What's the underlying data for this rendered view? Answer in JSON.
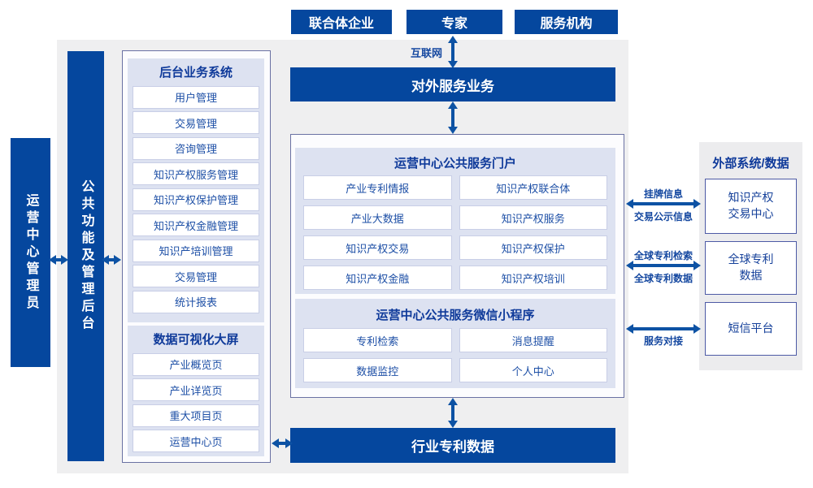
{
  "colors": {
    "primary_blue": "#05479e",
    "arrow_blue": "#0d52a4",
    "panel_lavender": "#dde2f1",
    "main_gray": "#efeff0",
    "right_gray": "#ececee",
    "title_blue": "#0f3a9a",
    "item_text_blue": "#1d4fa6"
  },
  "top_actors": [
    {
      "label": "联合体企业"
    },
    {
      "label": "专家"
    },
    {
      "label": "服务机构"
    }
  ],
  "labels": {
    "internet": "互联网"
  },
  "bars": {
    "external_service": "对外服务业务",
    "industry_patent_data": "行业专利数据"
  },
  "left": {
    "admin_bar": "运营中心管理员",
    "backend_bar": "公共功能及管理后台",
    "backend_system": {
      "title": "后台业务系统",
      "items": [
        "用户管理",
        "交易管理",
        "咨询管理",
        "知识产权服务管理",
        "知识产权保护管理",
        "知识产权金融管理",
        "知识产培训管理",
        "交易管理",
        "统计报表"
      ]
    },
    "dashboard": {
      "title": "数据可视化大屏",
      "items": [
        "产业概览页",
        "产业详览页",
        "重大项目页",
        "运营中心页"
      ]
    }
  },
  "portal": {
    "title": "运营中心公共服务门户",
    "left_items": [
      "产业专利情报",
      "产业大数据",
      "知识产权交易",
      "知识产权金融"
    ],
    "right_items": [
      "知识产权联合体",
      "知识产权服务",
      "知识产权保护",
      "知识产权培训"
    ]
  },
  "miniprogram": {
    "title": "运营中心公共服务微信小程序",
    "left_items": [
      "专利检索",
      "数据监控"
    ],
    "right_items": [
      "消息提醒",
      "个人中心"
    ]
  },
  "external": {
    "title": "外部系统/数据",
    "systems": [
      {
        "lines": [
          "知识产权",
          "交易中心"
        ]
      },
      {
        "lines": [
          "全球专利",
          "数据"
        ]
      },
      {
        "lines": [
          "短信平台"
        ]
      }
    ]
  },
  "links": {
    "listing_info": "挂牌信息",
    "trade_publicity_info": "交易公示信息",
    "global_patent_search": "全球专利检索",
    "global_patent_data": "全球专利数据",
    "service_dock": "服务对接"
  }
}
